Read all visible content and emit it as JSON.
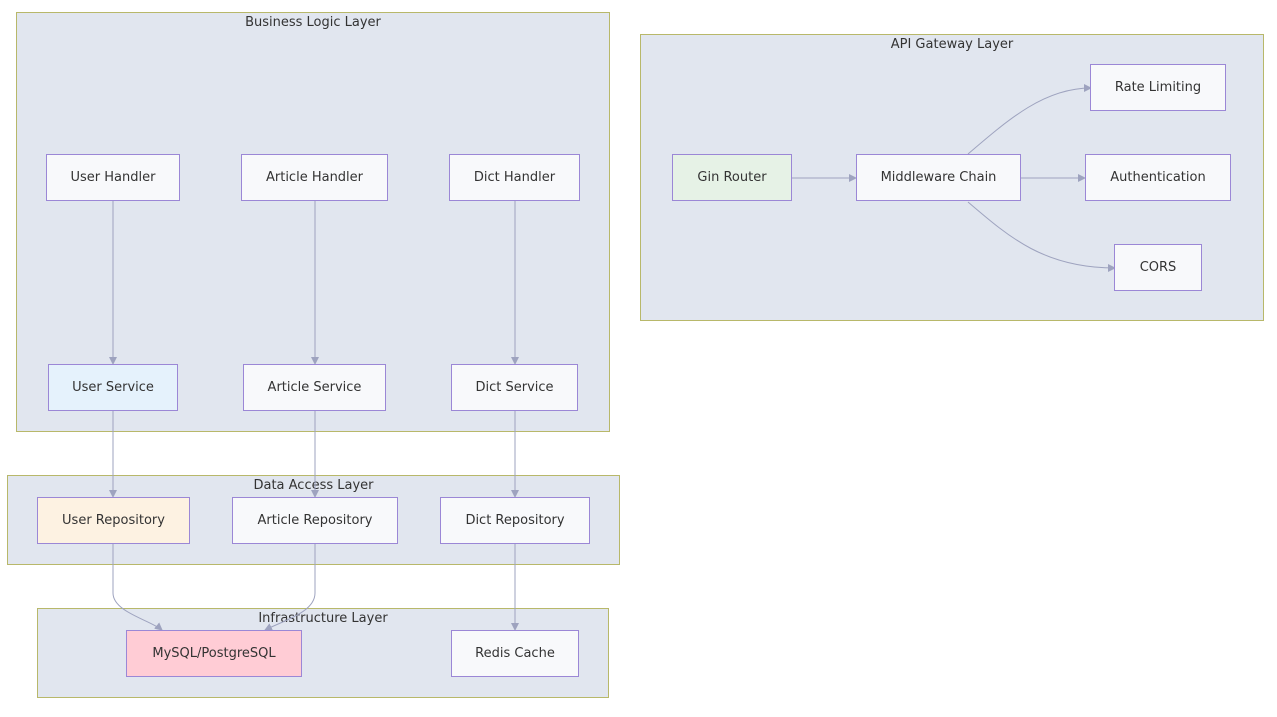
{
  "clusters": {
    "business": "Business Logic Layer",
    "gateway": "API Gateway Layer",
    "data_access": "Data Access Layer",
    "infrastructure": "Infrastructure Layer"
  },
  "nodes": {
    "user_handler": "User Handler",
    "article_handler": "Article Handler",
    "dict_handler": "Dict Handler",
    "user_service": "User Service",
    "article_service": "Article Service",
    "dict_service": "Dict Service",
    "gin_router": "Gin Router",
    "middleware_chain": "Middleware Chain",
    "rate_limiting": "Rate Limiting",
    "authentication": "Authentication",
    "cors": "CORS",
    "user_repository": "User Repository",
    "article_repository": "Article Repository",
    "dict_repository": "Dict Repository",
    "mysql": "MySQL/PostgreSQL",
    "redis": "Redis Cache"
  },
  "colors": {
    "cluster_fill": "#e1e6ef",
    "cluster_border": "#b8b86a",
    "node_fill": "#f8f9fb",
    "node_border": "#9b87d6",
    "edge": "#9ea3bf",
    "gin_router_fill": "#e6f2e6",
    "user_service_fill": "#e5f2fc",
    "user_repository_fill": "#fdf2e2",
    "mysql_fill": "#ffccd5"
  },
  "edges": [
    {
      "from": "user_handler",
      "to": "user_service"
    },
    {
      "from": "article_handler",
      "to": "article_service"
    },
    {
      "from": "dict_handler",
      "to": "dict_service"
    },
    {
      "from": "gin_router",
      "to": "middleware_chain"
    },
    {
      "from": "middleware_chain",
      "to": "rate_limiting"
    },
    {
      "from": "middleware_chain",
      "to": "authentication"
    },
    {
      "from": "middleware_chain",
      "to": "cors"
    },
    {
      "from": "user_service",
      "to": "user_repository"
    },
    {
      "from": "article_service",
      "to": "article_repository"
    },
    {
      "from": "dict_service",
      "to": "dict_repository"
    },
    {
      "from": "user_repository",
      "to": "mysql"
    },
    {
      "from": "article_repository",
      "to": "mysql"
    },
    {
      "from": "dict_repository",
      "to": "redis"
    }
  ]
}
